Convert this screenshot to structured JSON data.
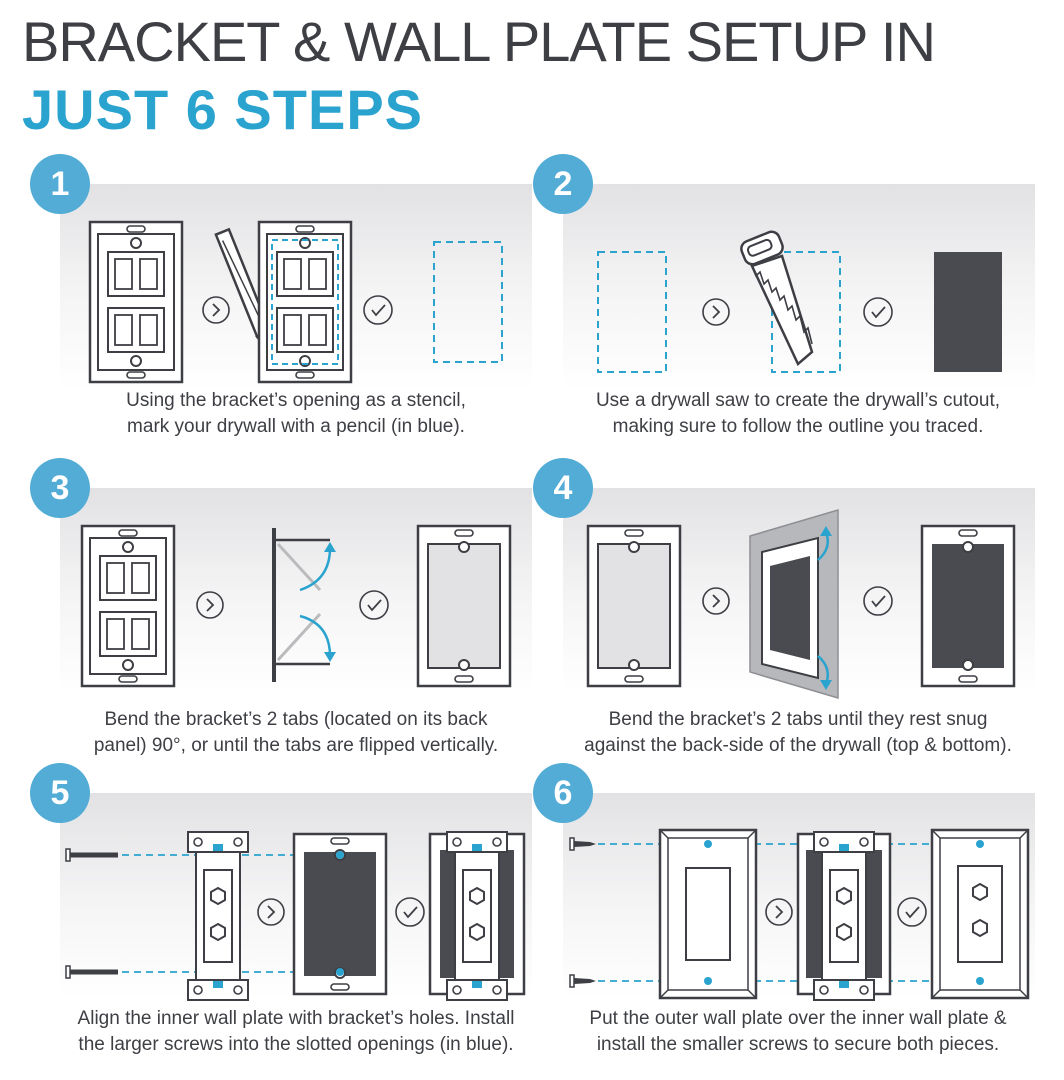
{
  "header": {
    "line1": "BRACKET & WALL PLATE SETUP IN",
    "line2": "JUST 6 STEPS"
  },
  "colors": {
    "accent": "#2aa3cf",
    "badge": "#52acd6",
    "dark": "#3d3f44",
    "panel": "#e6e6e8"
  },
  "steps": [
    {
      "number": "1",
      "caption_line1": "Using the bracket’s opening as a stencil,",
      "caption_line2": "mark your drywall with a pencil (in blue)."
    },
    {
      "number": "2",
      "caption_line1": "Use a drywall saw to create the drywall’s cutout,",
      "caption_line2": "making sure to follow the outline you traced."
    },
    {
      "number": "3",
      "caption_line1": "Bend the bracket’s 2 tabs (located on its back",
      "caption_line2": "panel) 90°, or until the tabs are flipped vertically."
    },
    {
      "number": "4",
      "caption_line1": "Bend the bracket’s 2 tabs until they rest snug",
      "caption_line2": "against the back-side of the drywall (top & bottom)."
    },
    {
      "number": "5",
      "caption_line1": "Align the inner wall plate with bracket’s holes. Install",
      "caption_line2": "the larger screws into the slotted openings (in blue)."
    },
    {
      "number": "6",
      "caption_line1": "Put the outer wall plate over the inner wall plate &",
      "caption_line2": "install the smaller screws to secure both pieces."
    }
  ],
  "icons": [
    "arrow-right-circle-icon",
    "checkmark-circle-icon",
    "pencil-icon",
    "drywall-saw-icon",
    "screw-icon",
    "bend-arrow-icon"
  ]
}
